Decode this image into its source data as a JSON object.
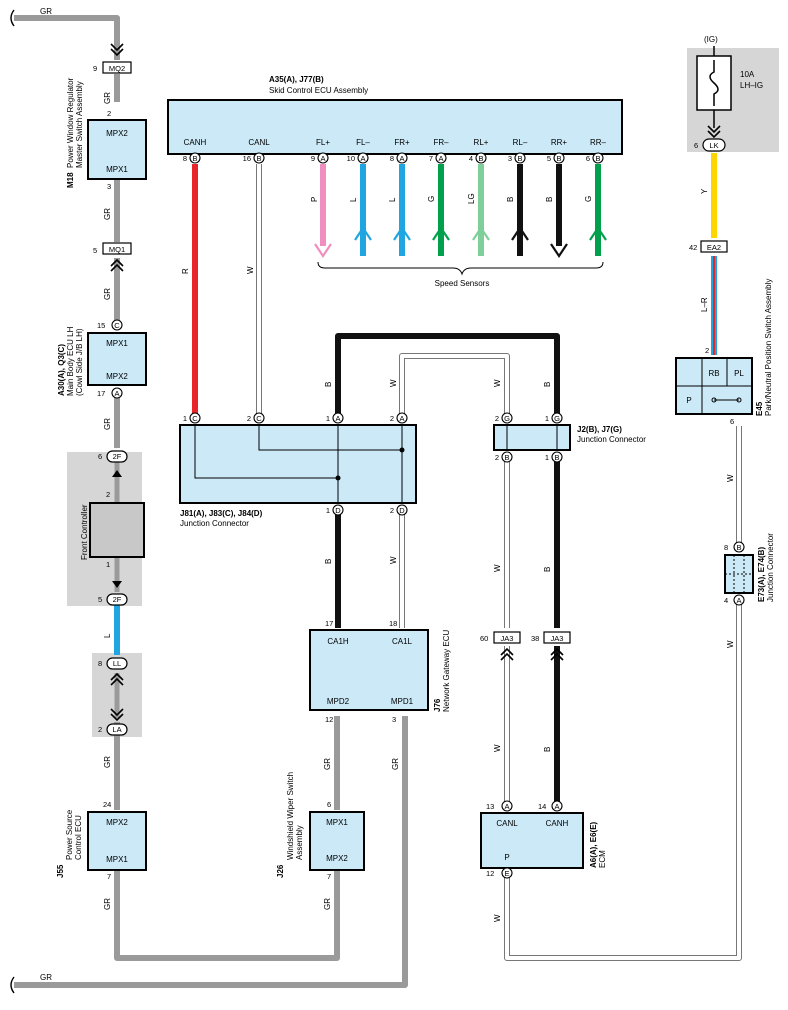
{
  "colors": {
    "GR": "#9a9a9a",
    "R": "#e8252b",
    "P": "#f08fbf",
    "L": "#1fa5df",
    "G": "#00a04c",
    "LG": "#7fcf9a",
    "B": "#111111",
    "Y": "#ffd500",
    "box_fill": "#cbe9f7",
    "shade": "#d6d6d6"
  },
  "wire_labels": {
    "gr_top": "GR",
    "gr_bottom": "GR",
    "gr_1": "GR",
    "gr_2": "GR",
    "gr_3": "GR",
    "gr_4": "GR",
    "gr_5": "GR",
    "gr_6": "GR",
    "gr_7": "GR",
    "gr_8": "GR",
    "gr_9": "GR",
    "l_1": "L",
    "r_1": "R",
    "w_1": "W",
    "p_fl": "P",
    "l_fl": "L",
    "l_fr": "L",
    "g_fr": "G",
    "lg_rl": "LG",
    "b_rl": "B",
    "b_rr": "B",
    "g_rr": "G",
    "b_j81": "B",
    "w_j81": "W",
    "b_j2": "B",
    "w_j2": "W",
    "b_j81_lower": "B",
    "w_j81_lower": "W",
    "w_ja3": "W",
    "b_ja3": "B",
    "w_ecm": "W",
    "b_ecm": "B",
    "y_lk": "Y",
    "lr": "L–R",
    "w_e45": "W",
    "w_e73": "W",
    "w_bottom": "W"
  },
  "skid_ecu": {
    "code": "A35(A), J77(B)",
    "name": "Skid Control ECU Assembly",
    "terms": [
      {
        "label": "CANH",
        "num": "8",
        "pin": "B"
      },
      {
        "label": "CANL",
        "num": "16",
        "pin": "B"
      },
      {
        "label": "FL+",
        "num": "9",
        "pin": "A"
      },
      {
        "label": "FL–",
        "num": "10",
        "pin": "A"
      },
      {
        "label": "FR+",
        "num": "8",
        "pin": "A"
      },
      {
        "label": "FR–",
        "num": "7",
        "pin": "A"
      },
      {
        "label": "RL+",
        "num": "4",
        "pin": "B"
      },
      {
        "label": "RL–",
        "num": "3",
        "pin": "B"
      },
      {
        "label": "RR+",
        "num": "5",
        "pin": "B"
      },
      {
        "label": "RR–",
        "num": "6",
        "pin": "B"
      }
    ],
    "speed_sensors": "Speed Sensors"
  },
  "m18": {
    "code": "M18",
    "name1": "Power Window Regulator",
    "name2": "Master Switch Assembly",
    "t1": "MPX2",
    "t2": "MPX1",
    "n1": "2",
    "n2": "3"
  },
  "mq2": {
    "num": "9",
    "label": "MQ2"
  },
  "mq1": {
    "num": "5",
    "label": "MQ1"
  },
  "a30": {
    "code": "A30(A), Q3(C)",
    "name1": "Main Body ECU LH",
    "name2": "(Cowl Side J/B LH)",
    "t1": "MPX1",
    "t2": "MPX2",
    "n1": "15",
    "p1": "C",
    "n2": "17",
    "p2": "A"
  },
  "front_controller": {
    "name": "Front Controller",
    "c1_num": "6",
    "c1": "2F",
    "c2_num": "5",
    "c2": "2F",
    "n_top": "2",
    "n_bot": "1"
  },
  "ll": {
    "num": "8",
    "label": "LL"
  },
  "la": {
    "num": "2",
    "label": "LA"
  },
  "j55": {
    "code": "J55",
    "name1": "Power Source",
    "name2": "Control ECU",
    "t1": "MPX2",
    "t2": "MPX1",
    "n1": "24",
    "n2": "7"
  },
  "j81": {
    "code": "J81(A), J83(C), J84(D)",
    "name": "Junction Connector",
    "top": [
      {
        "num": "1",
        "pin": "C"
      },
      {
        "num": "2",
        "pin": "C"
      },
      {
        "num": "1",
        "pin": "A"
      },
      {
        "num": "2",
        "pin": "A"
      }
    ],
    "bot": [
      {
        "num": "1",
        "pin": "D"
      },
      {
        "num": "2",
        "pin": "D"
      }
    ]
  },
  "j2": {
    "code": "J2(B), J7(G)",
    "name": "Junction Connector",
    "top": [
      {
        "num": "2",
        "pin": "G"
      },
      {
        "num": "1",
        "pin": "G"
      }
    ],
    "bot": [
      {
        "num": "2",
        "pin": "B"
      },
      {
        "num": "1",
        "pin": "B"
      }
    ]
  },
  "j76": {
    "code": "J76",
    "name": "Network Gateway ECU",
    "t1": "CA1H",
    "t2": "CA1L",
    "t3": "MPD2",
    "t4": "MPD1",
    "n1": "17",
    "n2": "18",
    "n3": "12",
    "n4": "3"
  },
  "ja3": {
    "num1": "60",
    "label1": "JA3",
    "num2": "38",
    "label2": "JA3"
  },
  "j26": {
    "code": "J26",
    "name1": "Windshield Wiper Switch",
    "name2": "Assembly",
    "t1": "MPX1",
    "t2": "MPX2",
    "n1": "6",
    "n2": "7"
  },
  "ecm": {
    "code": "A6(A), E6(E)",
    "name": "ECM",
    "t1": "CANL",
    "t2": "CANH",
    "t3": "P",
    "n1": "13",
    "p1": "A",
    "n2": "14",
    "p2": "A",
    "n3": "12",
    "p3": "E"
  },
  "fuse": {
    "ig": "(IG)",
    "amp": "10A",
    "name": "LH–IG",
    "lk_num": "6",
    "lk": "LK"
  },
  "ea2": {
    "num": "42",
    "label": "EA2"
  },
  "e45": {
    "code": "E45",
    "name": "Park/Neutral Position Switch Assembly",
    "rb": "RB",
    "pl": "PL",
    "p": "P",
    "n_top": "2",
    "n_bot": "6"
  },
  "e73": {
    "code": "E73(A), E74(B)",
    "name": "Junction Connector",
    "n1": "8",
    "p1": "B",
    "n2": "4",
    "p2": "A"
  }
}
